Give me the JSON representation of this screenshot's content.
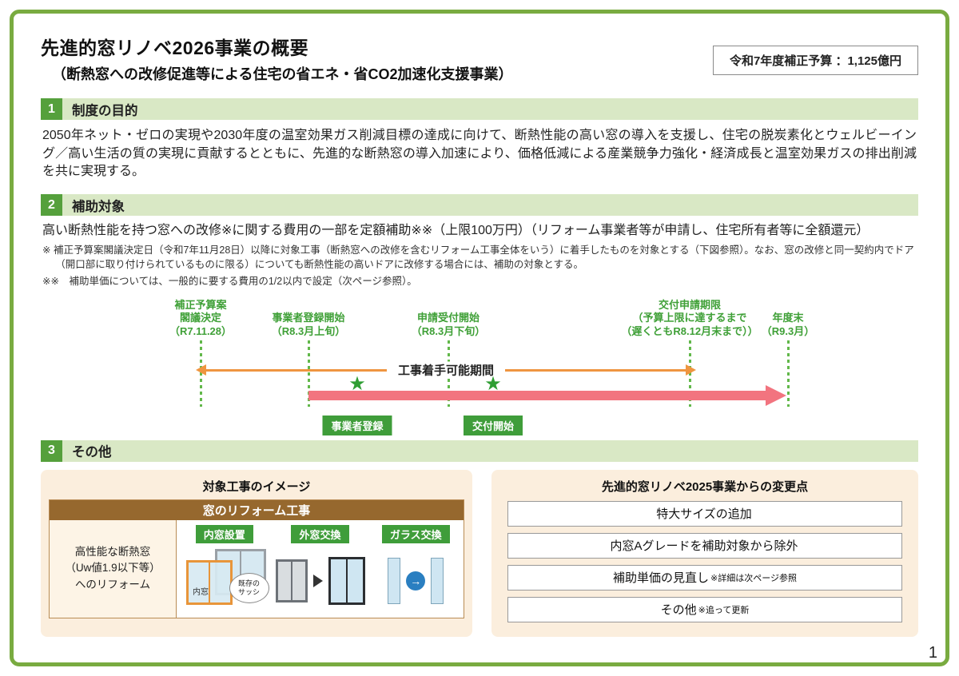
{
  "header": {
    "title": "先進的窓リノベ2026事業の概要",
    "subtitle": "（断熱窓への改修促進等による住宅の省エネ・省CO2加速化支援事業）",
    "budget": "令和7年度補正予算 ：1,125億円"
  },
  "page_number": "1",
  "icons": {
    "star": "★",
    "arrow_right": "→"
  },
  "sections": {
    "purpose": {
      "number": "1",
      "heading": "制度の目的",
      "body": "2050年ネット・ゼロの実現や2030年度の温室効果ガス削減目標の達成に向けて、断熱性能の高い窓の導入を支援し、住宅の脱炭素化とウェルビーイング／高い生活の質の実現に貢献するとともに、先進的な断熱窓の導入加速により、価格低減による産業競争力強化・経済成長と温室効果ガスの排出削減を共に実現する。"
    },
    "subsidy": {
      "number": "2",
      "heading": "補助対象",
      "lead": "高い断熱性能を持つ窓への改修※に関する費用の一部を定額補助※※（上限100万円）（リフォーム事業者等が申請し、住宅所有者等に全額還元）",
      "note1": "※ 補正予算案閣議決定日（令和7年11月28日）以降に対象工事（断熱窓への改修を含むリフォーム工事全体をいう）に着手したものを対象とする（下図参照）。なお、窓の改修と同一契約内でドア（開口部に取り付けられているものに限る）についても断熱性能の高いドアに改修する場合には、補助の対象とする。",
      "note2": "※※　補助単価については、一般的に要する費用の1/2以内で設定（次ページ参照）。",
      "timeline": {
        "milestones": [
          {
            "label": "補正予算案\n閣議決定\n（R7.11.28）"
          },
          {
            "label": "事業者登録開始\n（R8.3月上旬）"
          },
          {
            "label": "申請受付開始\n（R8.3月下旬）"
          },
          {
            "label": "交付申請期限\n（予算上限に達するまで\n（遅くともR8.12月末まで））"
          },
          {
            "label": "年度末\n（R9.3月）"
          }
        ],
        "work_period_label": "工事着手可能期間",
        "marker1": "事業者登録",
        "marker2": "交付開始"
      }
    },
    "other": {
      "number": "3",
      "heading": "その他",
      "works": {
        "title": "対象工事のイメージ",
        "header": "窓のリフォーム工事",
        "left_cell": "高性能な断熱窓\n（Uw値1.9以下等）\nへのリフォーム",
        "items": [
          {
            "label": "内窓設置",
            "inner_label": "内窓",
            "badge": "既存の\nサッシ"
          },
          {
            "label": "外窓交換"
          },
          {
            "label": "ガラス交換"
          }
        ]
      },
      "changes": {
        "title": "先進的窓リノベ2025事業からの変更点",
        "rows": [
          {
            "text": "特大サイズの追加",
            "note": ""
          },
          {
            "text": "内窓Aグレードを補助対象から除外",
            "note": ""
          },
          {
            "text": "補助単価の見直し",
            "note": "※詳細は次ページ参照"
          },
          {
            "text": "その他",
            "note": "※追って更新"
          }
        ]
      }
    }
  }
}
